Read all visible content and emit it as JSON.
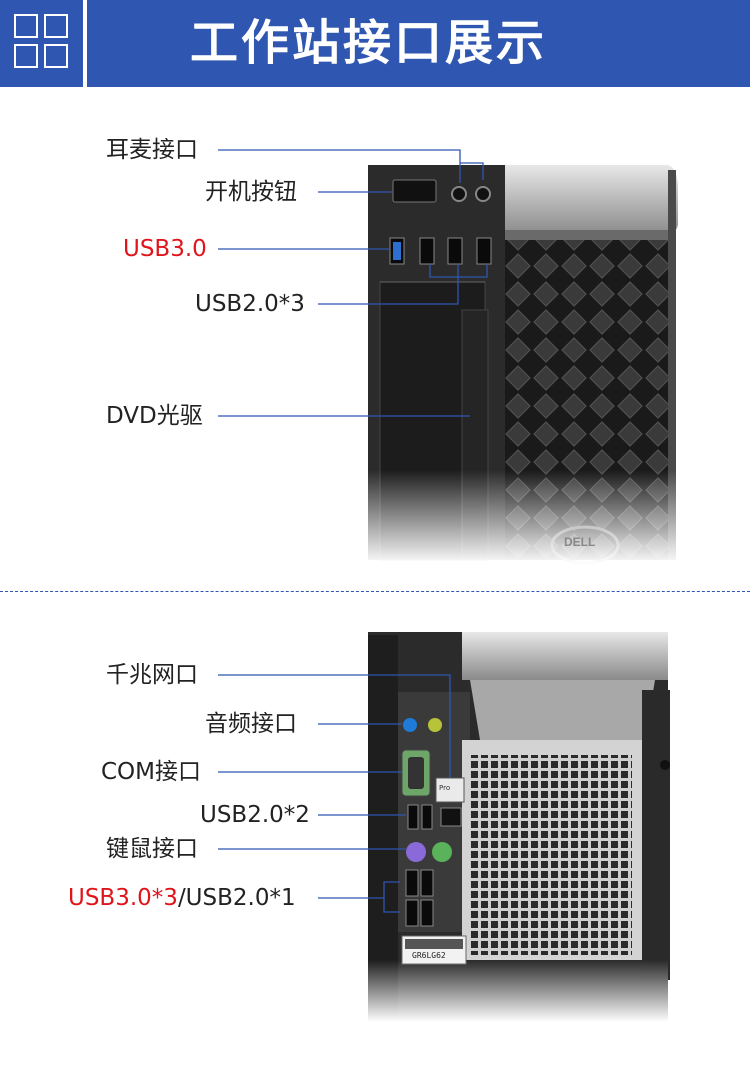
{
  "header": {
    "title": "工作站接口展示"
  },
  "front_panel": {
    "labels": {
      "headset": "耳麦接口",
      "power": "开机按钮",
      "usb3": "USB3.0",
      "usb2": "USB2.0*3",
      "dvd": "DVD光驱"
    },
    "brand_logo": "DELL"
  },
  "rear_panel": {
    "labels": {
      "lan": "千兆网口",
      "audio": "音频接口",
      "com": "COM接口",
      "usb2": "USB2.0*2",
      "ps2": "键鼠接口",
      "usb_combo_red": "USB3.0*3",
      "usb_combo_rest": "/USB2.0*1"
    },
    "sticker_text": "Pro",
    "serial": "GR6LG62"
  },
  "colors": {
    "banner": "#2f56b0",
    "leader_line": "#2f56b0",
    "highlight": "#e0141b"
  }
}
